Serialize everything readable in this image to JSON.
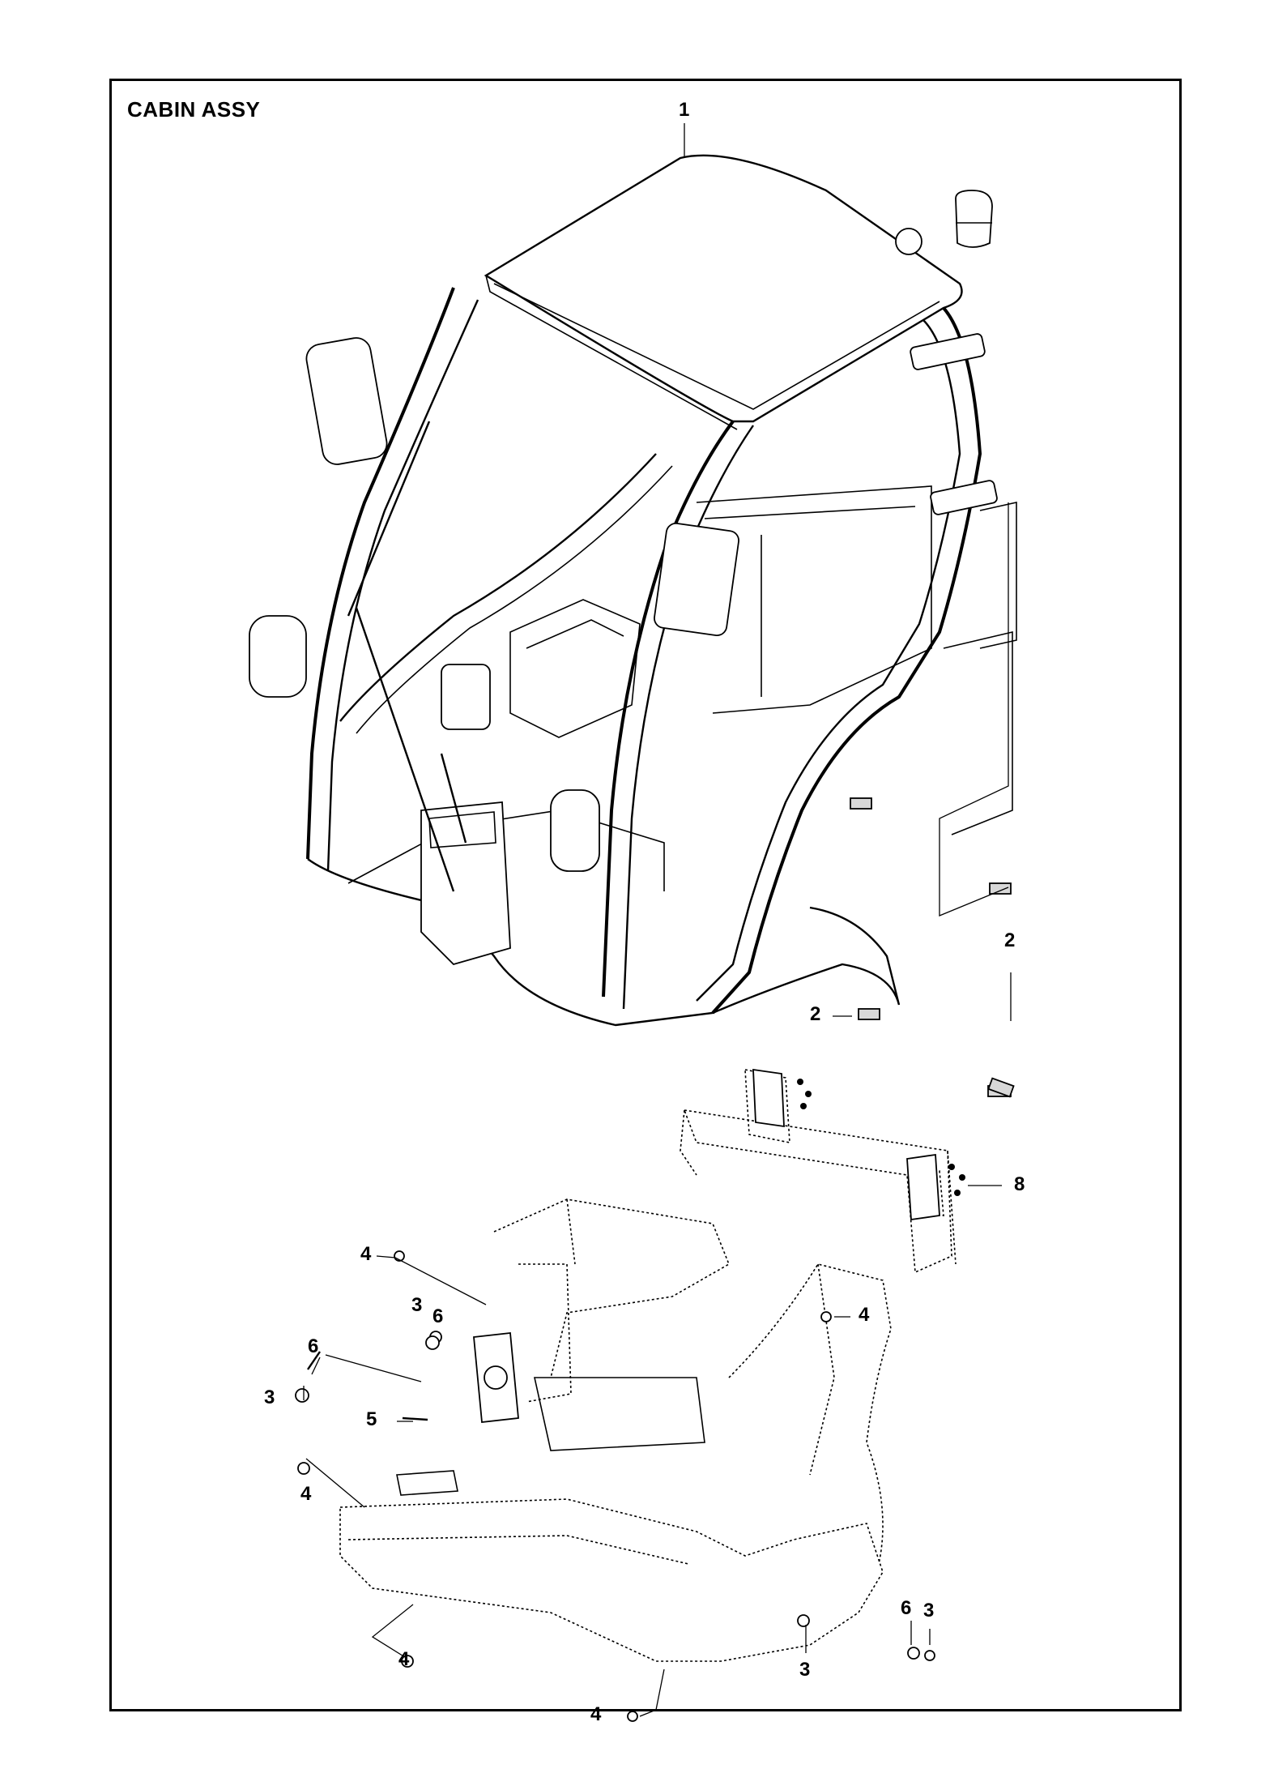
{
  "title": "CABIN ASSY",
  "callouts": [
    {
      "id": "c1",
      "label": "1"
    },
    {
      "id": "c2a",
      "label": "2"
    },
    {
      "id": "c2b",
      "label": "2"
    },
    {
      "id": "c8",
      "label": "8"
    },
    {
      "id": "c4a",
      "label": "4"
    },
    {
      "id": "c3a",
      "label": "3"
    },
    {
      "id": "c6a",
      "label": "6"
    },
    {
      "id": "c6b",
      "label": "6"
    },
    {
      "id": "c3b",
      "label": "3"
    },
    {
      "id": "c5",
      "label": "5"
    },
    {
      "id": "c4b",
      "label": "4"
    },
    {
      "id": "c4c",
      "label": "4"
    },
    {
      "id": "c4d",
      "label": "4"
    },
    {
      "id": "c6c",
      "label": "6"
    },
    {
      "id": "c3c",
      "label": "3"
    },
    {
      "id": "c3d",
      "label": "3"
    },
    {
      "id": "c4e",
      "label": "4"
    }
  ]
}
